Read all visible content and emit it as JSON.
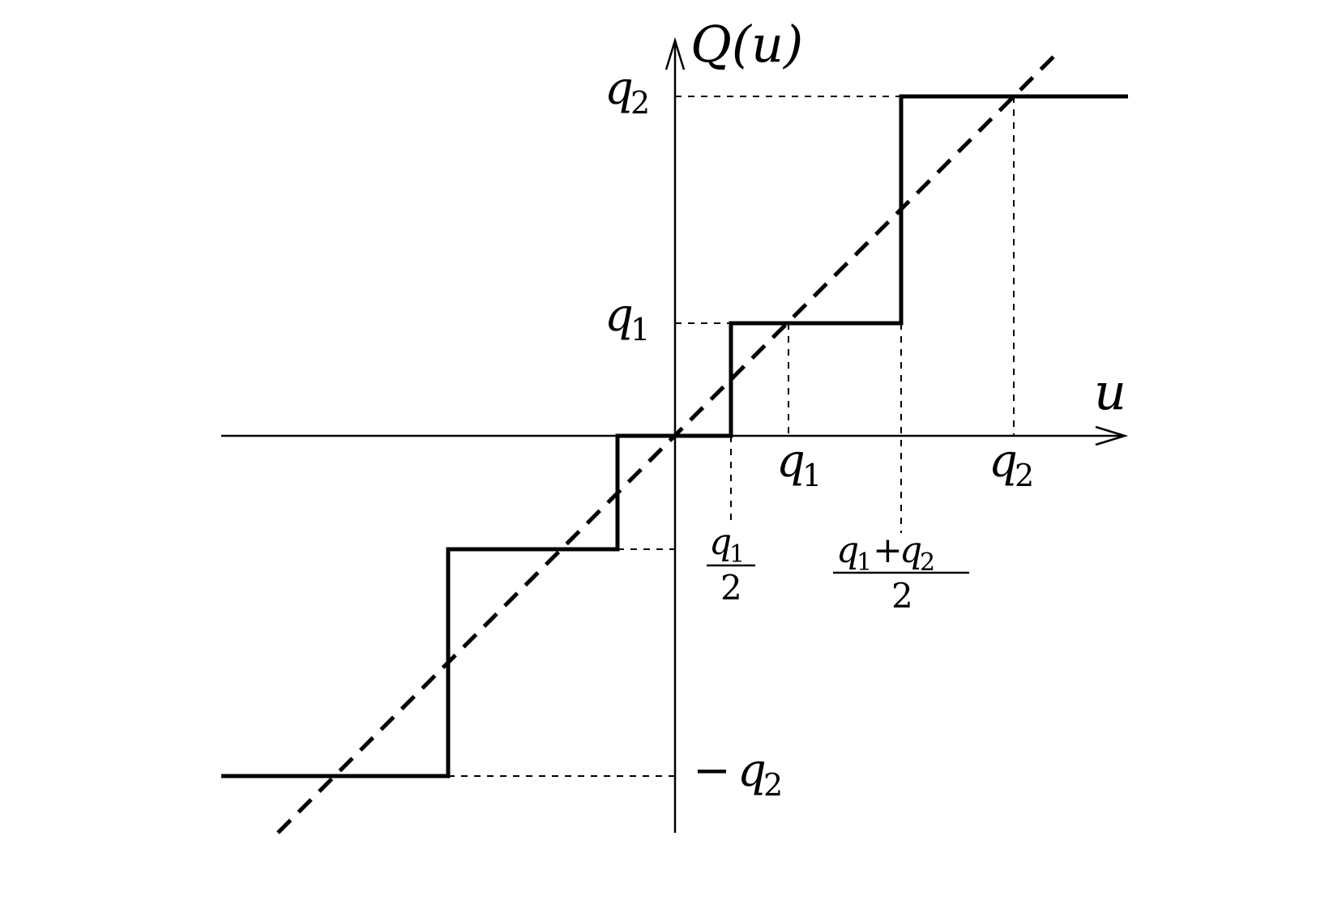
{
  "diagram": {
    "y_axis_label": {
      "main": "Q(u)"
    },
    "x_axis_label": {
      "main": "u"
    },
    "y_ticks": {
      "q2": {
        "base": "q",
        "sub": "2"
      },
      "q1": {
        "base": "q",
        "sub": "1"
      },
      "neg_q2": {
        "sign": "−",
        "base": "q",
        "sub": "2"
      }
    },
    "x_ticks": {
      "q1": {
        "base": "q",
        "sub": "1"
      },
      "q2": {
        "base": "q",
        "sub": "2"
      }
    },
    "threshold_labels": {
      "half_q1": {
        "num_base": "q",
        "num_sub": "1",
        "den": "2"
      },
      "half_q1_q2": {
        "num_base_a": "q",
        "num_sub_a": "1",
        "plus": "+",
        "num_base_b": "q",
        "num_sub_b": "2",
        "den": "2"
      }
    },
    "colors": {
      "ink": "#000000",
      "background": "#ffffff"
    },
    "curves": {
      "staircase": "quantizer-staircase",
      "identity": "identity-dashed-line"
    }
  }
}
